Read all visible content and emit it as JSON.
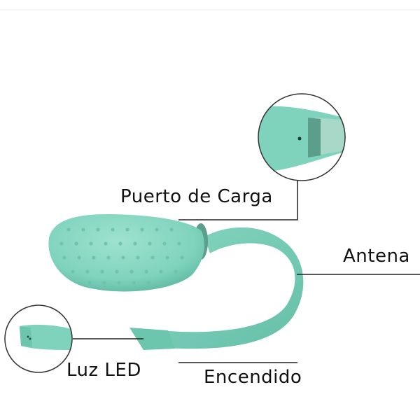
{
  "labels": {
    "charging_port": "Puerto de Carga",
    "antenna": "Antena",
    "led_light": "Luz LED",
    "power": "Encendido"
  },
  "colors": {
    "device_body": "#7fd3bd",
    "device_shadow": "#5fb8a1",
    "device_ring": "#5a9e8b",
    "leader_line": "#222222",
    "inset_border": "#333333"
  }
}
